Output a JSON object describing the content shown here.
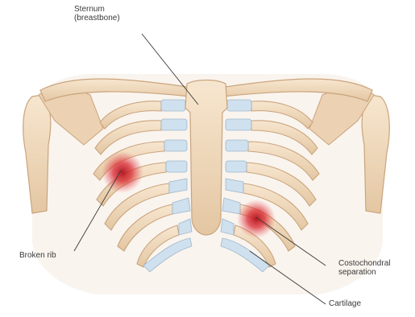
{
  "labels": {
    "sternum_line1": "Sternum",
    "sternum_line2": "(breastbone)",
    "broken_rib": "Broken rib",
    "costo_line1": "Costochondral",
    "costo_line2": "separation",
    "cartilage": "Cartilage"
  },
  "colors": {
    "bone": "#f2dcc0",
    "bone_shade": "#d9bb98",
    "cartilage": "#cfe0ee",
    "injury": "#d9262e",
    "leader": "#3a3a3a"
  }
}
